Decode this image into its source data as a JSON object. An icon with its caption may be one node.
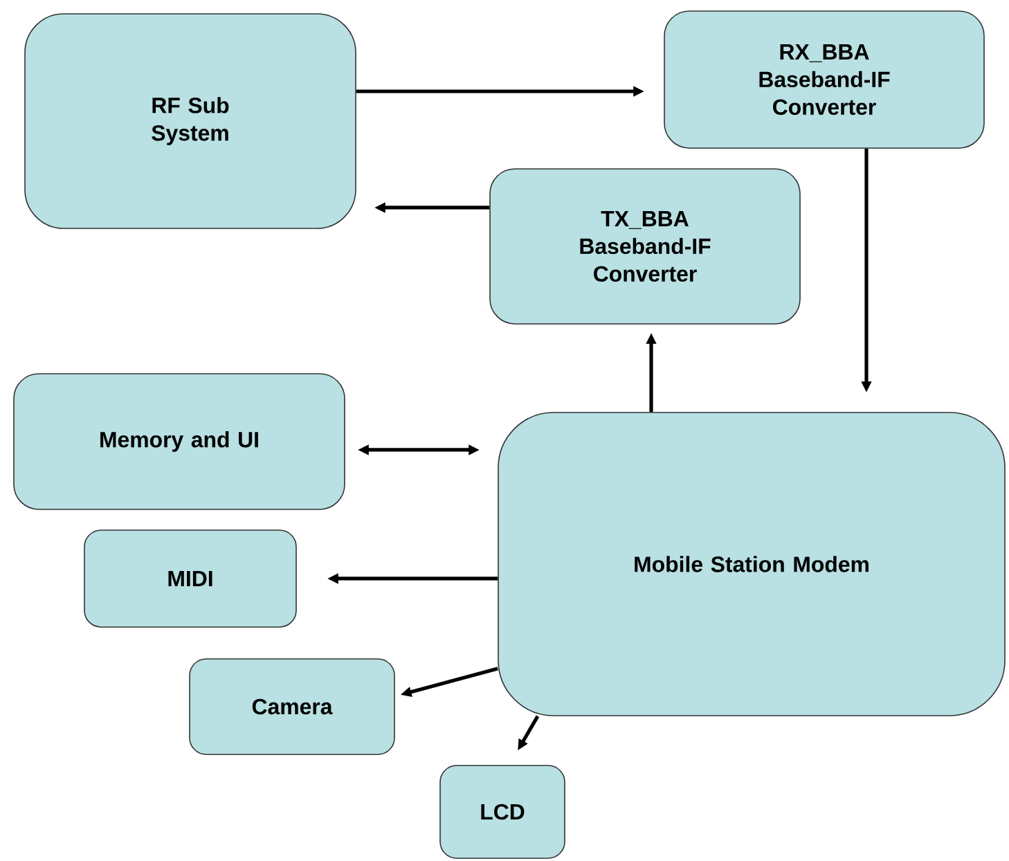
{
  "diagram": {
    "nodes": [
      {
        "text": [
          "RF Sub System"
        ]
      },
      {
        "text": [
          "RX_BBA Baseband-IF Converter"
        ]
      },
      {
        "text": [
          "TX_BBA Baseband-IF Converter"
        ]
      },
      {
        "text": [
          "Memory and UI"
        ]
      },
      {
        "text": [
          "MIDI"
        ]
      },
      {
        "text": [
          "Mobile Station Modem"
        ]
      },
      {
        "text": [
          "Camera"
        ]
      },
      {
        "text": [
          "LCD"
        ]
      }
    ],
    "edges": [
      {
        "from": 0,
        "to": 1,
        "arrow": "to"
      },
      {
        "from": 2,
        "to": 0,
        "arrow": "to"
      },
      {
        "from": 1,
        "to": 5,
        "arrow": "to"
      },
      {
        "from": 5,
        "to": 2,
        "arrow": "to"
      },
      {
        "from": 3,
        "to": 5,
        "arrow": "both"
      },
      {
        "from": 5,
        "to": 4,
        "arrow": "to"
      },
      {
        "from": 5,
        "to": 6,
        "arrow": "to"
      },
      {
        "from": 5,
        "to": 7,
        "arrow": "to"
      }
    ]
  }
}
